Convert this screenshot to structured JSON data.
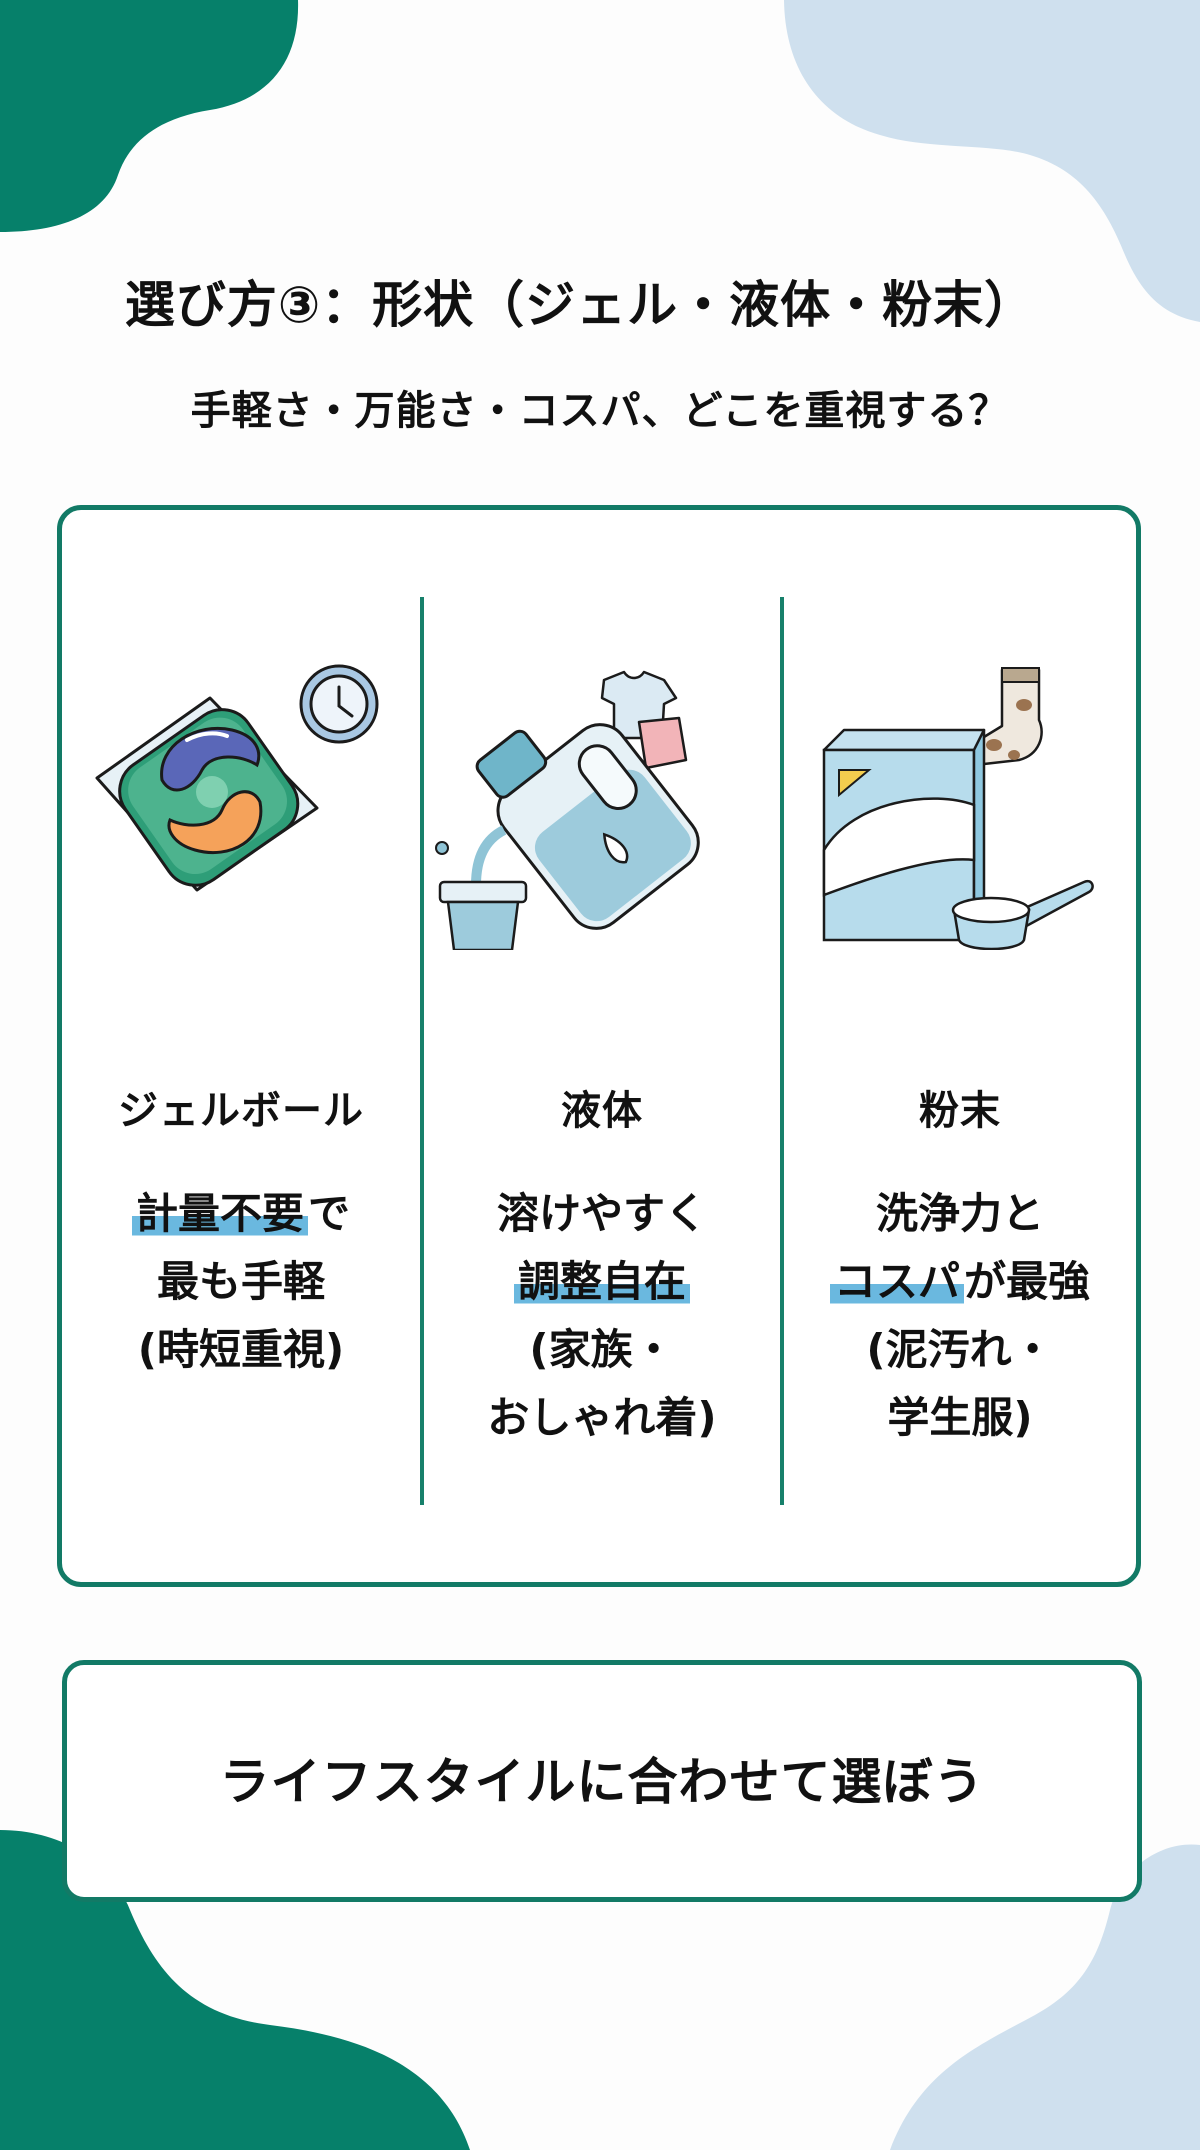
{
  "header": {
    "title": "選び方③：形状（ジェル・液体・粉末）",
    "subtitle": "手軽さ・万能さ・コスパ、どこを重視する？"
  },
  "columns": [
    {
      "id": "gelball",
      "icon": "gel-pod-with-clock-icon",
      "title": "ジェルボール",
      "desc_lines": [
        {
          "highlight": "計量不要",
          "rest": "で"
        },
        {
          "highlight": "",
          "rest": "最も手軽"
        },
        {
          "highlight": "",
          "rest": "(時短重視)"
        }
      ]
    },
    {
      "id": "liquid",
      "icon": "liquid-bottle-pouring-icon",
      "title": "液体",
      "desc_lines": [
        {
          "highlight": "",
          "rest": "溶けやすく"
        },
        {
          "highlight": "調整自在",
          "rest": ""
        },
        {
          "highlight": "",
          "rest": "(家族・"
        },
        {
          "highlight": "",
          "rest": "おしゃれ着)"
        }
      ]
    },
    {
      "id": "powder",
      "icon": "powder-box-with-scoop-icon",
      "title": "粉末",
      "desc_lines": [
        {
          "highlight": "",
          "rest": "洗浄力と"
        },
        {
          "highlight": "コスパ",
          "rest": "が最強"
        },
        {
          "highlight": "",
          "rest": "(泥汚れ・"
        },
        {
          "highlight": "",
          "rest": "学生服)"
        }
      ]
    }
  ],
  "footer": {
    "message": "ライフスタイルに合わせて選ぼう"
  },
  "colors": {
    "accent_green": "#127a66",
    "blob_green": "#06806a",
    "blob_blue": "#cfe0ee",
    "highlight_blue": "#6ab8df",
    "text": "#111111",
    "background": "#fdfdfd"
  }
}
